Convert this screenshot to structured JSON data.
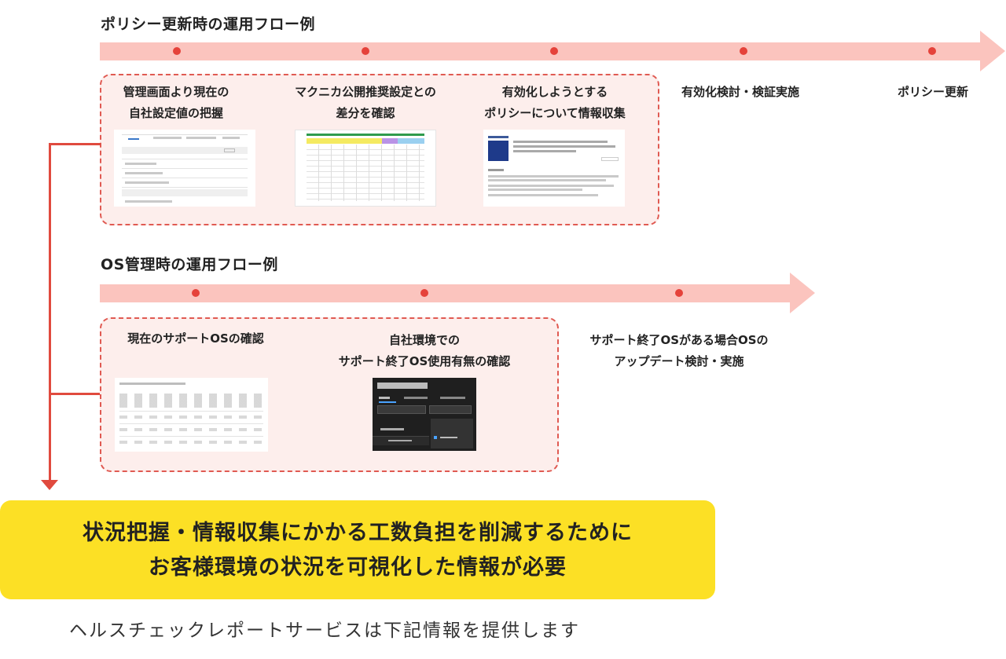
{
  "policy_flow": {
    "title": "ポリシー更新時の運用フロー例",
    "steps": [
      {
        "lines": [
          "管理画面より現在の",
          "自社設定値の把握"
        ]
      },
      {
        "lines": [
          "マクニカ公開推奨設定との",
          "差分を確認"
        ]
      },
      {
        "lines": [
          "有効化しようとする",
          "ポリシーについて情報収集"
        ]
      },
      {
        "lines": [
          "有効化検討・検証実施"
        ]
      },
      {
        "lines": [
          "ポリシー更新"
        ]
      }
    ]
  },
  "os_flow": {
    "title": "OS管理時の運用フロー例",
    "steps": [
      {
        "lines": [
          "現在のサポートOSの確認"
        ]
      },
      {
        "lines": [
          "自社環境での",
          "サポート終了OS使用有無の確認"
        ]
      },
      {
        "lines": [
          "サポート終了OSがある場合OSの",
          "アップデート検討・実施"
        ]
      }
    ]
  },
  "conclusion": {
    "lines": [
      "状況把握・情報収集にかかる工数負担を削減するために",
      "お客様環境の状況を可視化した情報が必要"
    ]
  },
  "footer_text": "ヘルスチェックレポートサービスは下記情報を提供します",
  "colors": {
    "arrow": "#fbc4be",
    "dot": "#e5423a",
    "dashed_border": "#e05a52",
    "connector": "#e04a3e",
    "highlight": "#fce025"
  }
}
